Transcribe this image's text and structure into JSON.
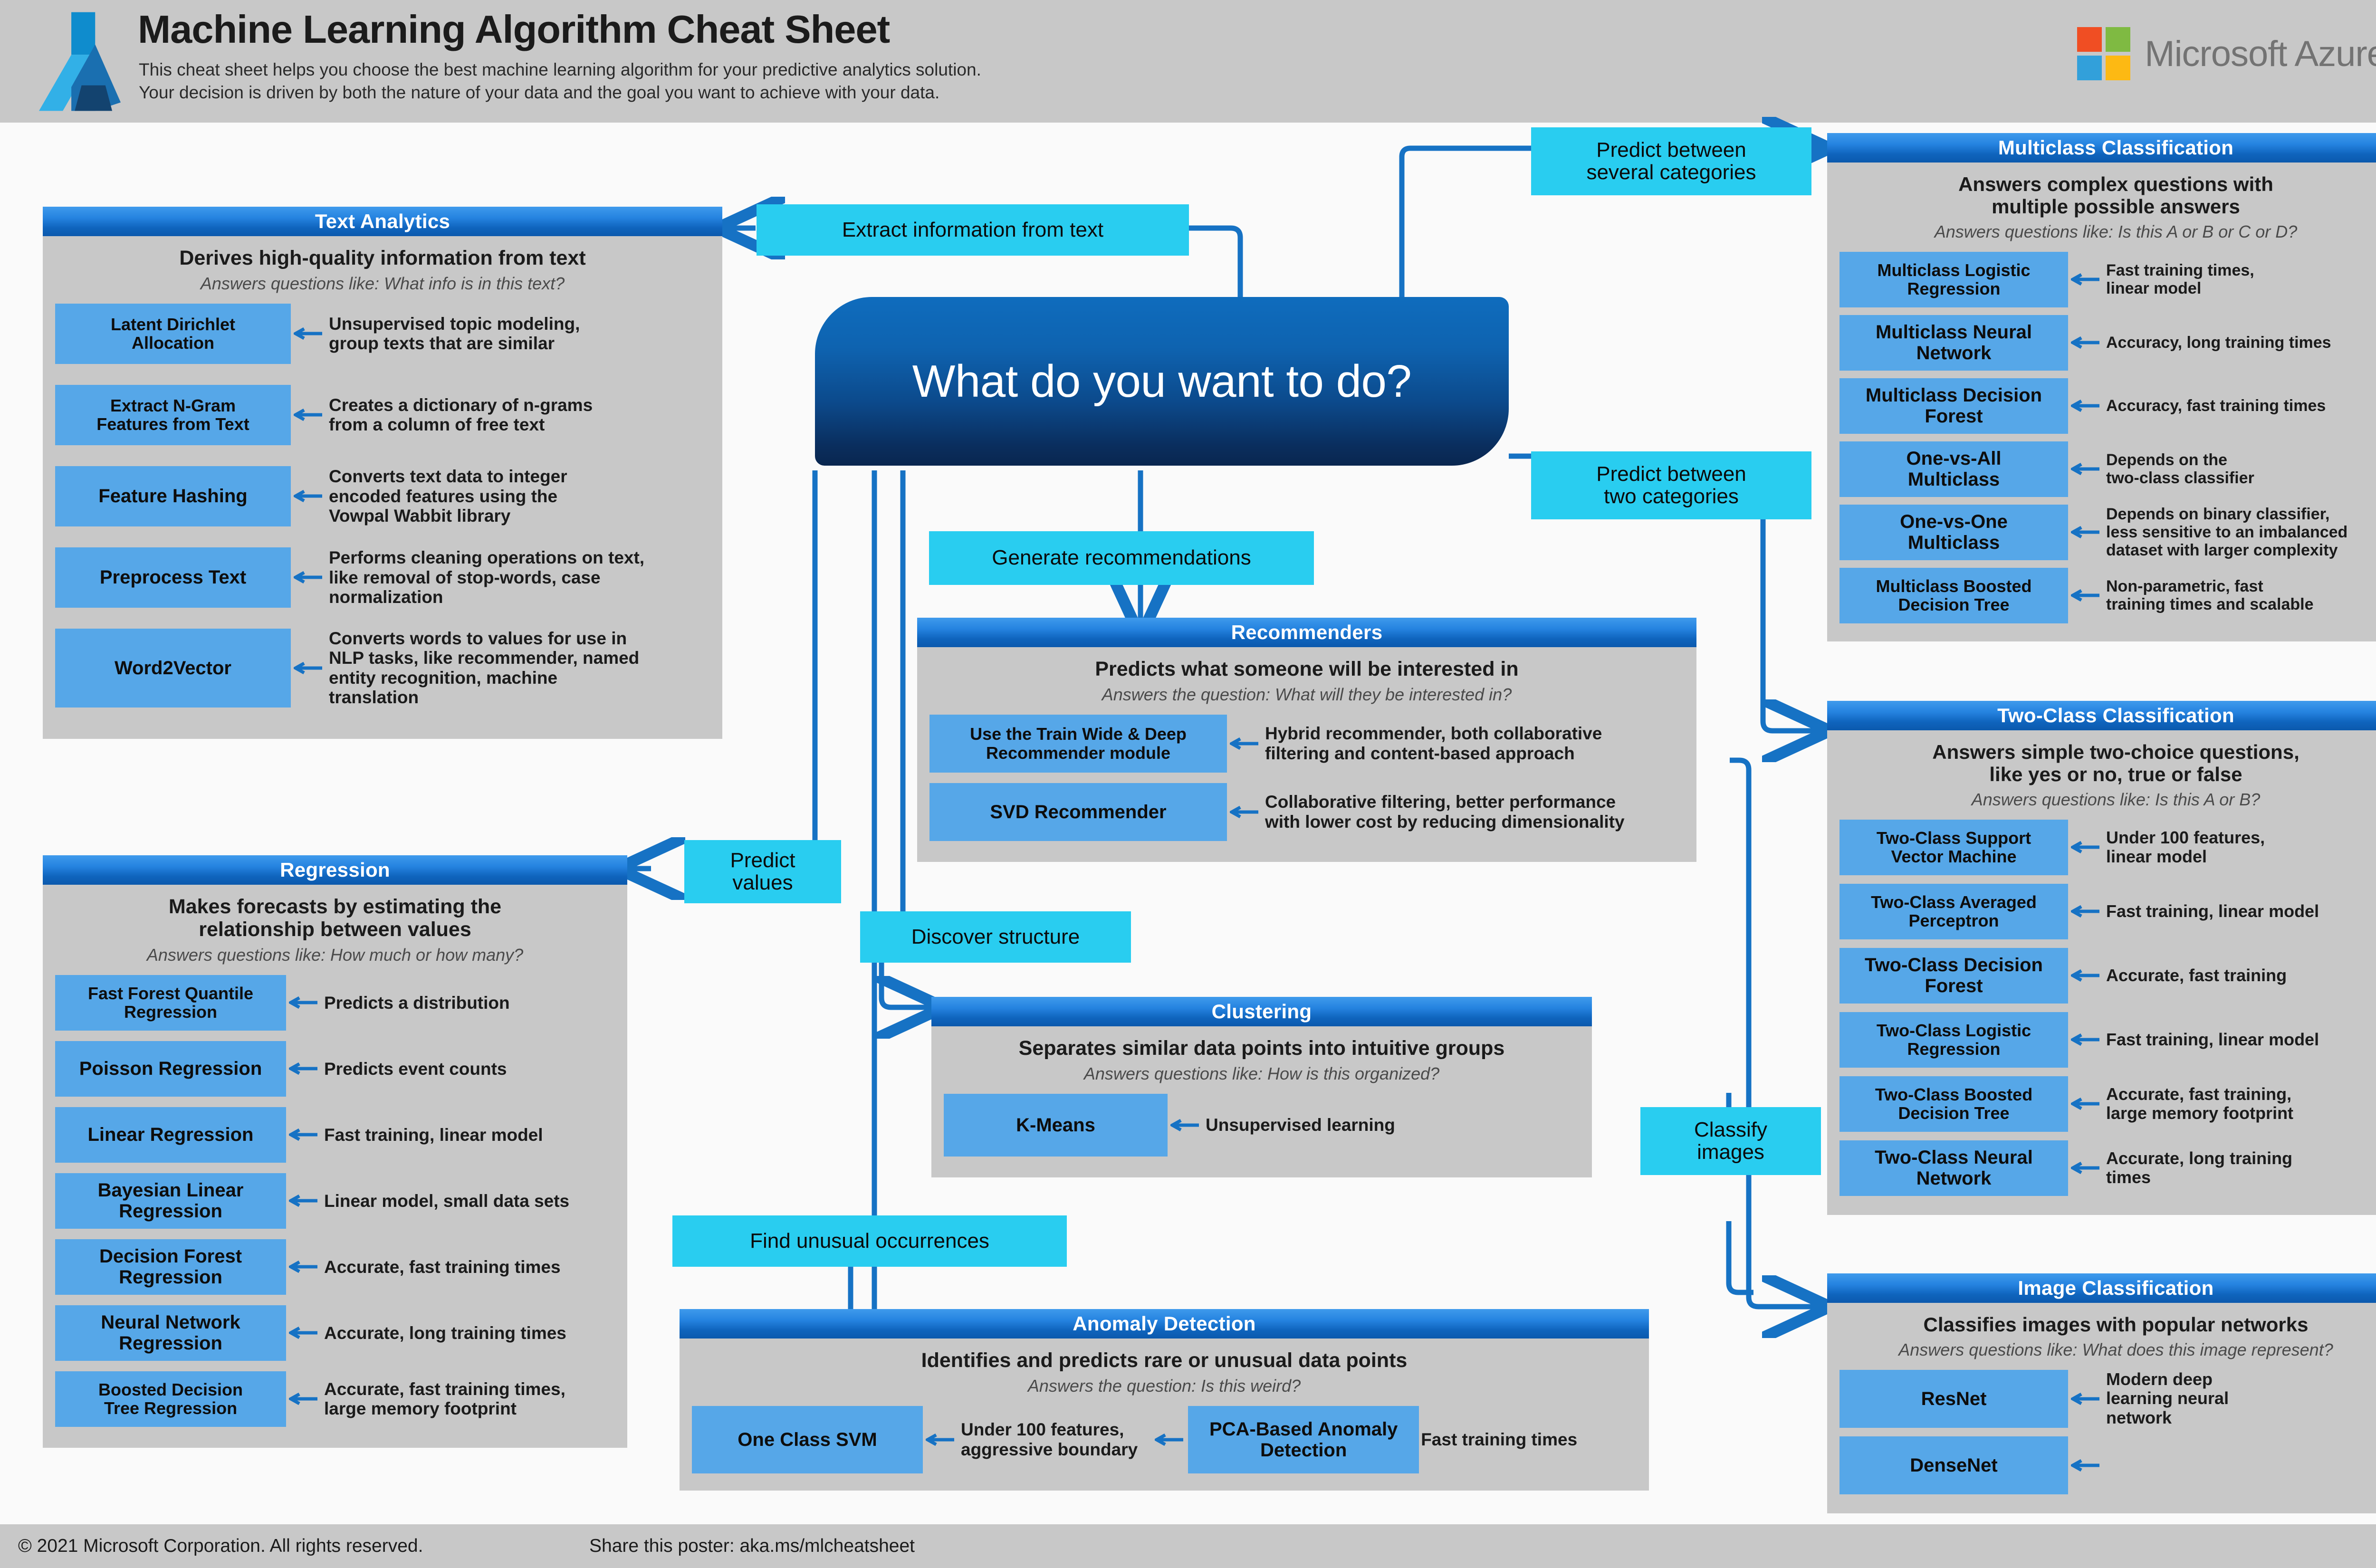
{
  "header": {
    "title": "Machine Learning Algorithm Cheat Sheet",
    "subtitle_line1": "This cheat sheet helps you choose the best machine learning algorithm for your predictive analytics solution.",
    "subtitle_line2": "Your decision is driven by both the nature of your data and the goal you want to achieve with your data.",
    "brand": "Microsoft Azure",
    "brand_colors": [
      "#f04e23",
      "#7fba42",
      "#32a0da",
      "#fdb913"
    ],
    "azure_logo_colors": [
      "#0f8ccd",
      "#32b0e7",
      "#1a6fb0",
      "#13436f"
    ]
  },
  "footer": {
    "copyright": "© 2021 Microsoft Corporation. All rights reserved.",
    "share": "Share this poster: aka.ms/mlcheatsheet"
  },
  "central": {
    "question": "What do you want to do?"
  },
  "accent_colors": {
    "panel_header_blue": "#0f64bd",
    "panel_body_gray": "#c8c8c8",
    "algo_chip_blue": "#56a7e8",
    "cyan_label": "#29cdf0",
    "connector_line": "#1672c4"
  },
  "branch_labels": [
    {
      "id": "extract-information-from-text",
      "text": "Extract information from text"
    },
    {
      "id": "predict-between-several-categories",
      "text": "Predict between\nseveral categories"
    },
    {
      "id": "predict-between-two-categories",
      "text": "Predict between\ntwo categories"
    },
    {
      "id": "generate-recommendations",
      "text": "Generate recommendations"
    },
    {
      "id": "predict-values",
      "text": "Predict\nvalues"
    },
    {
      "id": "discover-structure",
      "text": "Discover structure"
    },
    {
      "id": "find-unusual-occurrences",
      "text": "Find unusual occurrences"
    },
    {
      "id": "classify-images",
      "text": "Classify\nimages"
    }
  ],
  "panels": [
    {
      "id": "text-analytics",
      "title": "Text Analytics",
      "description": "Derives high-quality information from text",
      "question": "Answers questions like: What info is in this text?",
      "algorithms": [
        {
          "name": "Latent Dirichlet\nAllocation",
          "note": "Unsupervised topic modeling,\ngroup texts that are similar"
        },
        {
          "name": "Extract N-Gram\nFeatures from Text",
          "note": "Creates a dictionary of n-grams\nfrom a column of free text"
        },
        {
          "name": "Feature Hashing",
          "note": "Converts text data to integer\nencoded features using the\nVowpal Wabbit library"
        },
        {
          "name": "Preprocess Text",
          "note": "Performs cleaning operations on text,\nlike removal of stop-words, case\nnormalization"
        },
        {
          "name": "Word2Vector",
          "note": "Converts words to values for use in\nNLP tasks, like recommender, named\nentity recognition, machine\ntranslation"
        }
      ]
    },
    {
      "id": "regression",
      "title": "Regression",
      "description": "Makes forecasts by estimating the\nrelationship between values",
      "question": "Answers questions like: How much or how many?",
      "algorithms": [
        {
          "name": "Fast Forest Quantile\nRegression",
          "note": "Predicts a distribution"
        },
        {
          "name": "Poisson Regression",
          "note": "Predicts event counts"
        },
        {
          "name": "Linear Regression",
          "note": "Fast training, linear model"
        },
        {
          "name": "Bayesian Linear\nRegression",
          "note": "Linear model, small data sets"
        },
        {
          "name": "Decision Forest\nRegression",
          "note": "Accurate, fast training times"
        },
        {
          "name": "Neural Network\nRegression",
          "note": "Accurate, long training times"
        },
        {
          "name": "Boosted Decision\nTree Regression",
          "note": "Accurate, fast training times,\nlarge memory footprint"
        }
      ]
    },
    {
      "id": "recommenders",
      "title": "Recommenders",
      "description": "Predicts what someone will be interested in",
      "question": "Answers the question: What will they be interested in?",
      "algorithms": [
        {
          "name": "Use the Train Wide & Deep\nRecommender module",
          "note": "Hybrid recommender, both collaborative\nfiltering and content-based approach"
        },
        {
          "name": "SVD Recommender",
          "note": "Collaborative filtering, better performance\nwith lower cost by reducing dimensionality"
        }
      ]
    },
    {
      "id": "clustering",
      "title": "Clustering",
      "description": "Separates similar data points into intuitive groups",
      "question": "Answers questions like: How is this organized?",
      "algorithms": [
        {
          "name": "K-Means",
          "note": "Unsupervised learning"
        }
      ]
    },
    {
      "id": "anomaly-detection",
      "title": "Anomaly Detection",
      "description": "Identifies and predicts rare or unusual data points",
      "question": "Answers the question: Is this weird?",
      "algorithms": [
        {
          "name": "One Class SVM",
          "note": "Under 100 features,\naggressive boundary"
        },
        {
          "name": "PCA-Based Anomaly\nDetection",
          "note": "Fast training times"
        }
      ]
    },
    {
      "id": "multiclass-classification",
      "title": "Multiclass Classification",
      "description": "Answers complex questions with\nmultiple possible answers",
      "question": "Answers questions like: Is this A or B or C or D?",
      "algorithms": [
        {
          "name": "Multiclass Logistic\nRegression",
          "note": "Fast training times,\nlinear model"
        },
        {
          "name": "Multiclass Neural\nNetwork",
          "note": "Accuracy, long training times"
        },
        {
          "name": "Multiclass Decision\nForest",
          "note": "Accuracy, fast training times"
        },
        {
          "name": "One-vs-All\nMulticlass",
          "note": "Depends on the\ntwo-class classifier"
        },
        {
          "name": "One-vs-One\nMulticlass",
          "note": "Depends on binary classifier,\nless sensitive to an imbalanced\ndataset with larger complexity"
        },
        {
          "name": "Multiclass Boosted\nDecision Tree",
          "note": "Non-parametric, fast\ntraining times and scalable"
        }
      ]
    },
    {
      "id": "two-class-classification",
      "title": "Two-Class Classification",
      "description": "Answers simple two-choice questions,\nlike yes or no, true or false",
      "question": "Answers questions like: Is this A or B?",
      "algorithms": [
        {
          "name": "Two-Class Support\nVector Machine",
          "note": "Under 100 features,\nlinear model"
        },
        {
          "name": "Two-Class Averaged\nPerceptron",
          "note": "Fast training, linear model"
        },
        {
          "name": "Two-Class Decision\nForest",
          "note": "Accurate, fast training"
        },
        {
          "name": "Two-Class Logistic\nRegression",
          "note": "Fast training, linear model"
        },
        {
          "name": "Two-Class Boosted\nDecision Tree",
          "note": "Accurate, fast training,\nlarge memory footprint"
        },
        {
          "name": "Two-Class Neural\nNetwork",
          "note": "Accurate, long training\ntimes"
        }
      ]
    },
    {
      "id": "image-classification",
      "title": "Image Classification",
      "description": "Classifies images with popular networks",
      "question": "Answers questions like: What does this image represent?",
      "algorithms": [
        {
          "name": "ResNet",
          "note": "Modern deep\nlearning neural\nnetwork"
        },
        {
          "name": "DenseNet",
          "note": ""
        }
      ]
    }
  ]
}
